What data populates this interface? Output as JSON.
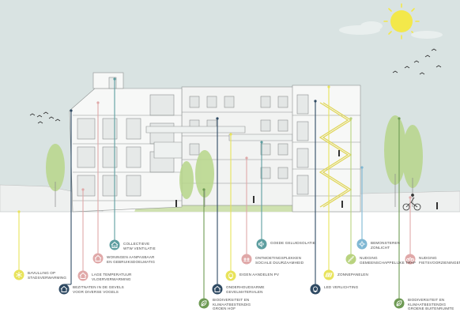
{
  "colors": {
    "sky": "#d9e3e2",
    "sun": "#f3e84a",
    "yellow": "#e8e35b",
    "green": "#6e9a54",
    "navy": "#2f4a63",
    "teal": "#5d9ea0",
    "pink": "#e0a8a8",
    "lightgreen": "#b9d37f",
    "sky_blue": "#7fb7d3"
  },
  "labels": [
    {
      "id": "bavulling",
      "lines": [
        "Bavulling op",
        "stadsverwarming"
      ],
      "color": "yellow",
      "icon": "snowflake-icon"
    },
    {
      "id": "bezitnaten",
      "lines": [
        "Bezitnaten in de gevels",
        "voor diverse vogels"
      ],
      "color": "navy",
      "icon": "bird-house-icon"
    },
    {
      "id": "lage-temp",
      "lines": [
        "Lage temperatuur",
        "vloerverwarming"
      ],
      "color": "pink",
      "icon": "house-heat-icon"
    },
    {
      "id": "woningen",
      "lines": [
        "Woningen aanpasbaar",
        "en gebruiksdoelmatig"
      ],
      "color": "pink",
      "icon": "house-arrows-icon"
    },
    {
      "id": "collectieve",
      "lines": [
        "Collectieve",
        "WTW ventilatie"
      ],
      "color": "teal",
      "icon": "ventilation-icon"
    },
    {
      "id": "biodiversiteit-1",
      "lines": [
        "Biodiversiteit en",
        "klimaatbestendig",
        "groen hof"
      ],
      "color": "green",
      "icon": "leaf-icon"
    },
    {
      "id": "onderhoudsarm",
      "lines": [
        "Onderhoudsarme",
        "gevelmaterialen"
      ],
      "color": "navy",
      "icon": "house-tool-icon"
    },
    {
      "id": "eigen-aandelen",
      "lines": [
        "Eigen aandelen PV"
      ],
      "color": "yellow",
      "icon": "bulb-icon"
    },
    {
      "id": "ontmoetingsplekken",
      "lines": [
        "Ontmoetingsplekken",
        "sociale duurzaamheid"
      ],
      "color": "pink",
      "icon": "meeting-icon"
    },
    {
      "id": "goede-geluid",
      "lines": [
        "Goede geluidsolatie"
      ],
      "color": "teal",
      "icon": "sound-icon"
    },
    {
      "id": "zonnepanelen",
      "lines": [
        "Zonnepanelen"
      ],
      "color": "yellow",
      "icon": "solar-panel-icon"
    },
    {
      "id": "ledverlichting",
      "lines": [
        "LED verlichting"
      ],
      "color": "navy",
      "icon": "lightbulb-icon"
    },
    {
      "id": "nudging",
      "lines": [
        "Nudging",
        "gemeenschappelijke trap"
      ],
      "color": "lightgreen",
      "icon": "stairs-icon"
    },
    {
      "id": "bemonsteren",
      "lines": [
        "Bemonsteren",
        "zonlicht"
      ],
      "color": "sky_blue",
      "icon": "sun-icon"
    },
    {
      "id": "nudging-fiets",
      "lines": [
        "Nudging",
        "fietsvoorzieningen"
      ],
      "color": "pink",
      "icon": "bicycle-icon"
    },
    {
      "id": "biodiversiteit-2",
      "lines": [
        "Biodiversiteit en",
        "klimaatbestendig",
        "groene buitenruimte"
      ],
      "color": "green",
      "icon": "leaf-icon"
    }
  ]
}
